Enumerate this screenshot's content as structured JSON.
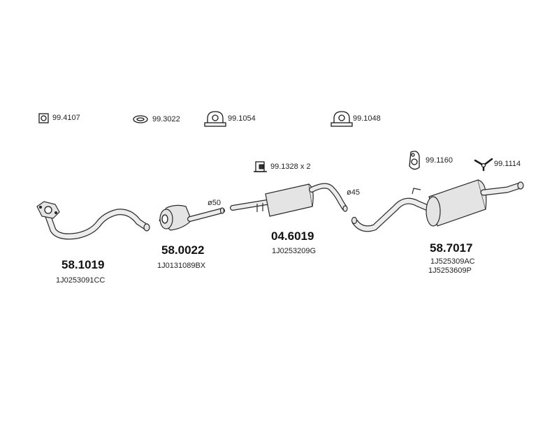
{
  "accessories": {
    "clamp_square": "99.4107",
    "gasket_ring": "99.3022",
    "u_clamp_1": "99.1054",
    "u_clamp_2": "99.1048",
    "bracket_x2": "99.1328 x 2",
    "hanger_rubber": "99.1160",
    "hanger_strap": "99.1114"
  },
  "parts": [
    {
      "number": "58.1019",
      "oem": [
        "1J0253091CC"
      ]
    },
    {
      "number": "58.0022",
      "oem": [
        "1J0131089BX"
      ]
    },
    {
      "number": "04.6019",
      "oem": [
        "1J0253209G"
      ]
    },
    {
      "number": "58.7017",
      "oem": [
        "1J525309AC",
        "1J5253609P"
      ]
    }
  ],
  "diameters": {
    "cat_outlet": "ø50",
    "mid_outlet": "ø45"
  }
}
